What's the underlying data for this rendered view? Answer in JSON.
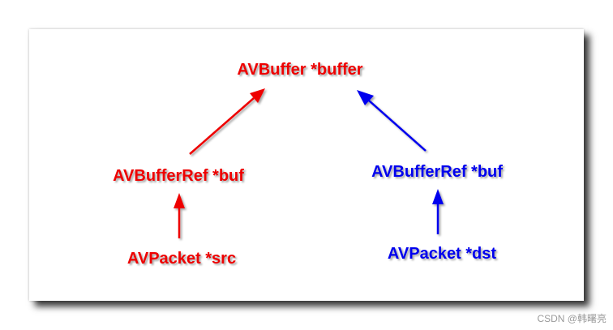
{
  "colors": {
    "left": "#ee0000",
    "right": "#0000ee"
  },
  "nodes": {
    "buffer": "AVBuffer *buffer",
    "ref_left": "AVBufferRef *buf",
    "ref_right": "AVBufferRef *buf",
    "packet_src": "AVPacket *src",
    "packet_dst": "AVPacket *dst"
  },
  "watermark": "CSDN @韩曙亮"
}
